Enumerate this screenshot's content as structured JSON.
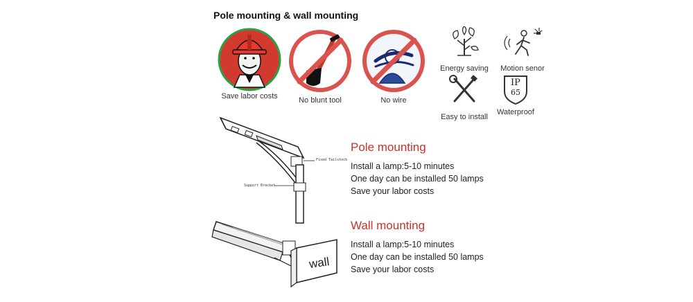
{
  "title": "Pole mounting & wall mounting",
  "badges": [
    {
      "icon": "worker-icon",
      "label": "Save labor costs"
    },
    {
      "icon": "no-shovel-icon",
      "label": "No blunt tool"
    },
    {
      "icon": "no-wire-icon",
      "label": "No wire"
    }
  ],
  "features": [
    {
      "icon": "tree-icon",
      "label": "Energy saving"
    },
    {
      "icon": "motion-sensor-icon",
      "label": "Motion senor"
    },
    {
      "icon": "tools-icon",
      "label": "Easy to install"
    },
    {
      "icon": "ip65-shield-icon",
      "label": "Waterproof",
      "badge_top": "IP",
      "badge_bottom": "65"
    }
  ],
  "diagram_labels": {
    "fixed_tailstock": "Fixed Tailstock",
    "support_bracket": "Support Bracket",
    "wall": "wall"
  },
  "pole": {
    "heading": "Pole mounting",
    "lines": [
      "Install a lamp:5-10 minutes",
      "One day can be installed 50 lamps",
      "Save your labor costs"
    ]
  },
  "wall": {
    "heading": "Wall mounting",
    "lines": [
      "Install a lamp:5-10 minutes",
      "One day can be installed 50 lamps",
      "Save your labor costs"
    ]
  },
  "colors": {
    "accent_red": "#c8322b",
    "badge_green": "#2ea043",
    "prohibit_red": "#d9534f"
  }
}
